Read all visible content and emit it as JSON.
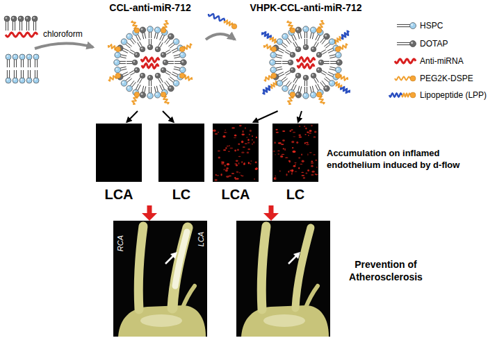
{
  "diagram": {
    "nodes": [
      {
        "text": [
          "CCL-anti-miR-712"
        ]
      },
      {
        "text": [
          "VHPK-CCL-anti-miR-712"
        ]
      },
      {
        "text": [
          "LCA"
        ]
      },
      {
        "text": [
          "LC"
        ]
      },
      {
        "text": [
          "LCA"
        ]
      },
      {
        "text": [
          "LC"
        ]
      }
    ],
    "edges": [
      {
        "from": 0,
        "to": 1,
        "arrow": "to"
      },
      {
        "from": 0,
        "to": 2,
        "arrow": "to"
      },
      {
        "from": 0,
        "to": 3,
        "arrow": "to"
      },
      {
        "from": 1,
        "to": 4,
        "arrow": "to"
      },
      {
        "from": 1,
        "to": 5,
        "arrow": "to"
      }
    ],
    "labels": [
      "chloroform",
      "Accumulation on inflamed endothelium induced by d-flow",
      "RCA",
      "LCA",
      "Prevention of Atherosclerosis"
    ],
    "legend": [
      {
        "text": "HSPC"
      },
      {
        "text": "DOTAP"
      },
      {
        "text": "Anti-miRNA"
      },
      {
        "text": "PEG2K-DSPE"
      },
      {
        "text": "Lipopeptide (LPP)"
      }
    ]
  }
}
